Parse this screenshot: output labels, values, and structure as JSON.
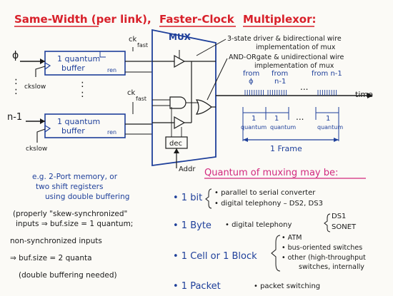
{
  "title": {
    "part1": "Same-Width (per link),",
    "part2": "Faster-Clock",
    "part3": "Multiplexor:"
  },
  "diagram": {
    "buffer_label_1": "1 quantum",
    "buffer_label_1b": "1 quantum",
    "buffer_label_2": "buffer",
    "ren_label": "ren",
    "input_top": "ϕ",
    "input_bottom": "n-1",
    "vdots": ":",
    "ck_slow": "ckslow",
    "ck_fast": "ck",
    "ck_fast_sub": "fast",
    "mux_label": "MUX",
    "dec_label": "dec",
    "addr_label": "Addr",
    "time_label": "time",
    "from": "from",
    "from_0": "ϕ",
    "from_1": "n-1",
    "from_n1": "from n-1",
    "hdots": "...",
    "one": "1",
    "quantum": "quantum",
    "frame_label": "1 Frame"
  },
  "annotations": {
    "tristate_1": "3-state driver & bidirectional wire",
    "tristate_2": "implementation of mux",
    "andor_1": "AND-ORgate & unidirectional wire",
    "andor_2": "implementation of mux"
  },
  "left_notes": [
    "e.g. 2-Port memory, or",
    "two shift registers",
    "using double buffering",
    "(properly \"skew-synchronized\"",
    "inputs ⇒ buf.size = 1 quantum;",
    "non-synchronized inputs",
    "⇒ buf.size = 2 quanta",
    "(double buffering needed)"
  ],
  "quantum": {
    "heading": "Quantum of muxing may be:",
    "items": [
      {
        "label": "• 1 bit",
        "desc": [
          "• parallel to serial converter",
          "• digital telephony – DS2, DS3"
        ]
      },
      {
        "label": "• 1 Byte",
        "desc": [
          "• digital telephony",
          "DS1",
          "SONET"
        ]
      },
      {
        "label": "• 1 Cell or 1 Block",
        "desc": [
          "• ATM",
          "• bus-oriented switches",
          "• other (high-throughput",
          "switches, internally"
        ]
      },
      {
        "label": "• 1 Packet",
        "desc": [
          "• packet switching"
        ]
      }
    ]
  },
  "colors": {
    "title": "#d8202a",
    "blue_ink": "#1e3f9a",
    "heading": "#d2287e",
    "ink": "#1a1a1a"
  }
}
